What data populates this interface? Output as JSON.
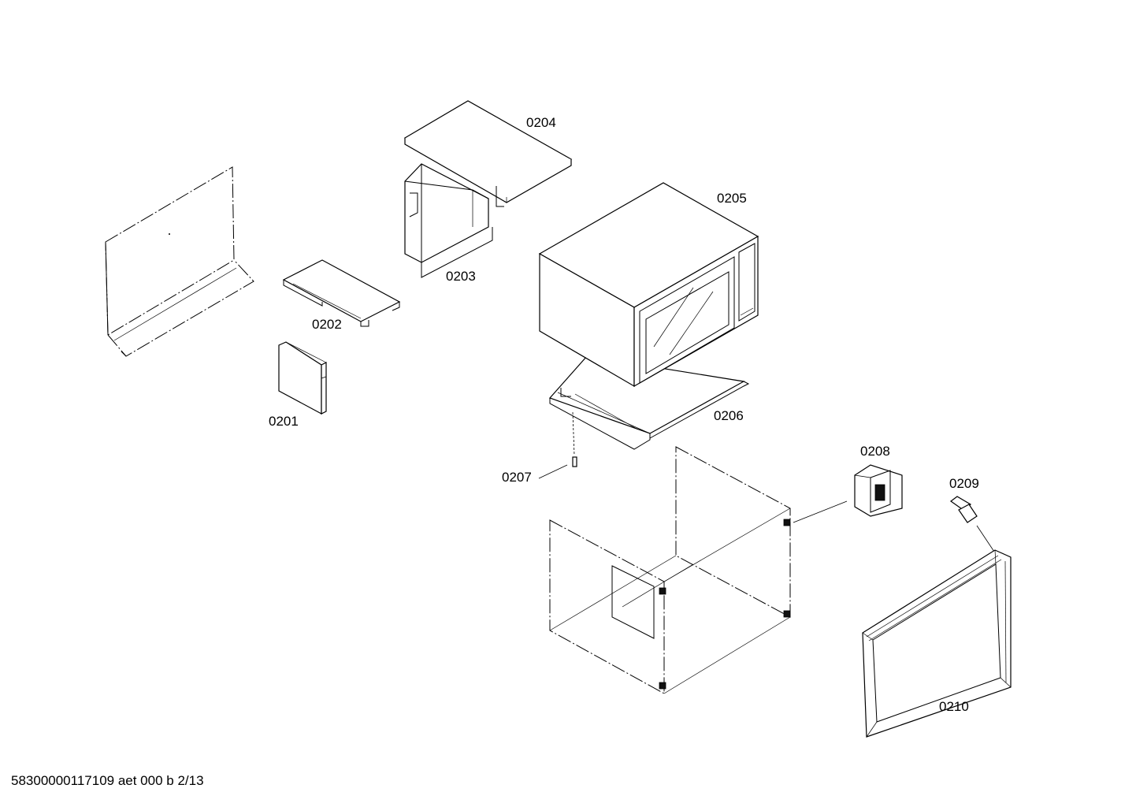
{
  "diagram": {
    "parts": [
      {
        "id": "p0201",
        "label": "0201"
      },
      {
        "id": "p0202",
        "label": "0202"
      },
      {
        "id": "p0203",
        "label": "0203"
      },
      {
        "id": "p0204",
        "label": "0204"
      },
      {
        "id": "p0205",
        "label": "0205"
      },
      {
        "id": "p0206",
        "label": "0206"
      },
      {
        "id": "p0207",
        "label": "0207"
      },
      {
        "id": "p0208",
        "label": "0208"
      },
      {
        "id": "p0209",
        "label": "0209"
      },
      {
        "id": "p0210",
        "label": "0210"
      }
    ],
    "footer": "58300000117109 aet 000 b 2/13"
  }
}
